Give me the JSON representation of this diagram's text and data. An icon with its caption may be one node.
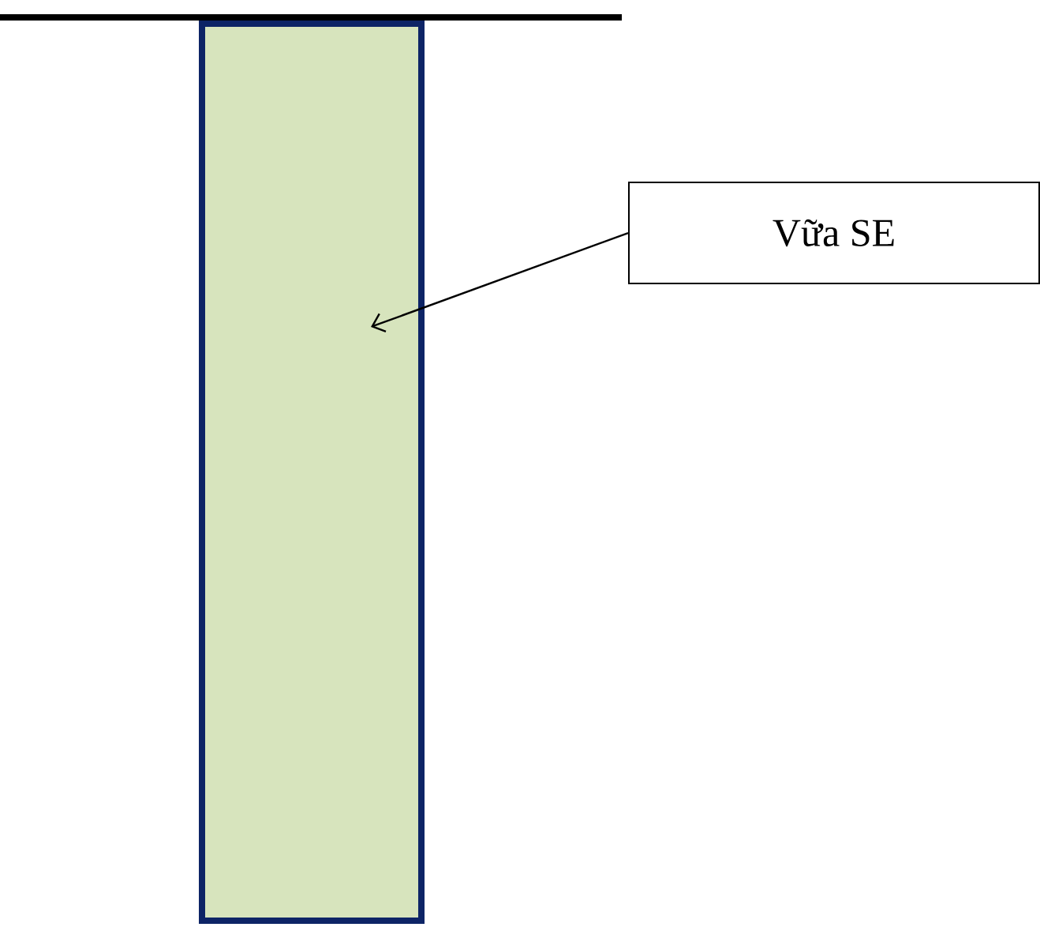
{
  "diagram": {
    "nodes": [
      {
        "text": [
          "Vữa SE"
        ]
      },
      {
        "text": [],
        "shape": "box"
      }
    ],
    "edges": [
      {
        "from": 0,
        "to": 1,
        "arrow": "to"
      }
    ]
  }
}
